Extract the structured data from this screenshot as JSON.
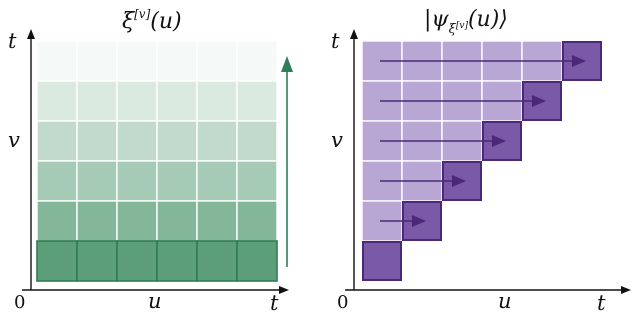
{
  "left_panel": {
    "title": {
      "base": "ξ",
      "sup": "[v]",
      "arg": "(u)"
    },
    "y_axis_top_label": "t",
    "y_axis_mid_label": "v",
    "x_axis_mid_label": "u",
    "x_axis_end_label": "t",
    "origin_label": "0",
    "grid_rows": 6,
    "grid_cols": 6,
    "colors": {
      "base_fill": "#5b9e78",
      "cell_border": "#ffffff",
      "bottom_row_border": "#2e7d4f",
      "arrow": "#2e7d5b"
    }
  },
  "right_panel": {
    "title": {
      "open": "|ψ",
      "sub_base": "ξ",
      "sub_sup": "[v]",
      "arg": "(u)⟩"
    },
    "y_axis_top_label": "t",
    "y_axis_mid_label": "v",
    "x_axis_mid_label": "u",
    "x_axis_end_label": "t",
    "origin_label": "0",
    "grid_rows": 6,
    "colors": {
      "light_fill": "#b8a6d4",
      "dark_fill": "#7a5aa6",
      "dark_border": "#4b2878",
      "arrow": "#4b2878"
    }
  }
}
